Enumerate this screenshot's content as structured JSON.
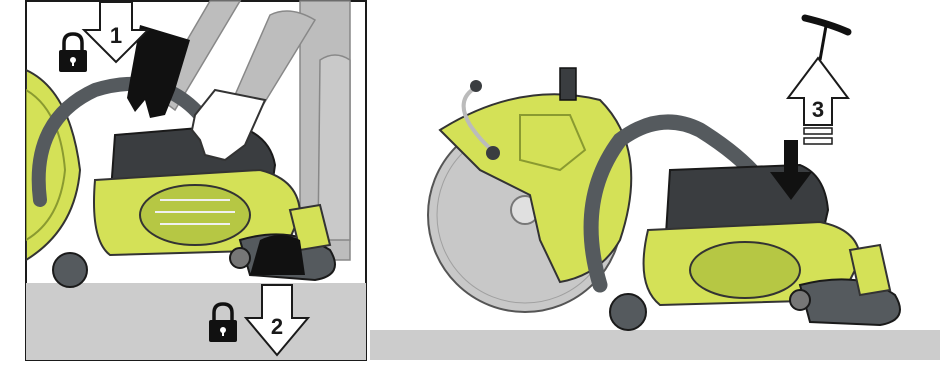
{
  "steps": {
    "step1": "1",
    "step2": "2",
    "step3": "3"
  },
  "colors": {
    "saw_body": "#d4e157",
    "saw_body_shadow": "#a8b83a",
    "handle": "#555a5e",
    "engine": "#3a3d40",
    "blade": "#c8c8c8",
    "floor": "#cccccc",
    "arm_grey": "#bdbdbd",
    "glove_black": "#111111"
  },
  "icons": {
    "lock_top": "lock-icon",
    "lock_bottom": "lock-icon",
    "arrow_down_top": "arrow-down-icon",
    "arrow_down_bottom": "arrow-down-icon",
    "arrow_up": "arrow-up-icon",
    "arrow_down_black": "arrow-down-icon"
  }
}
